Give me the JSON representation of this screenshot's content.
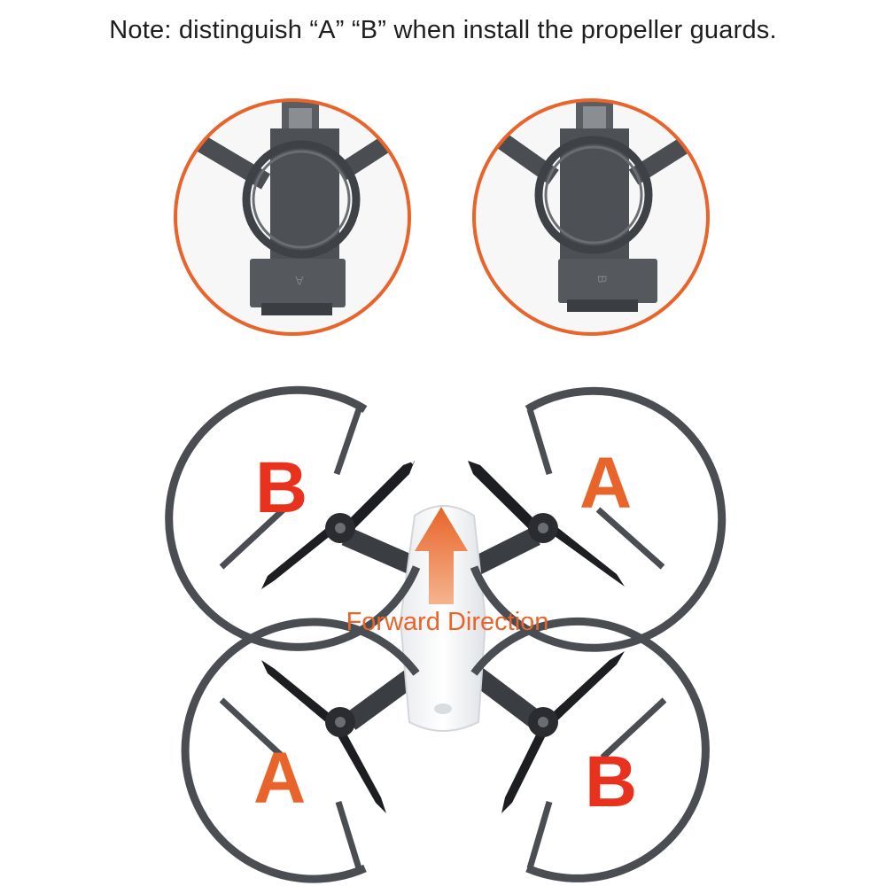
{
  "note": "Note: distinguish “A” “B” when install the propeller guards.",
  "closeups": {
    "left_letter": "A",
    "right_letter": "B"
  },
  "drone": {
    "forward_label": "Forward Direction",
    "guards": {
      "front_left": "B",
      "front_right": "A",
      "rear_left": "A",
      "rear_right": "B"
    }
  },
  "colors": {
    "accent": "#e8642a",
    "letter_red": "#e8321e",
    "guard_gray": "#4a4d52",
    "prop_black": "#1c1e21"
  }
}
